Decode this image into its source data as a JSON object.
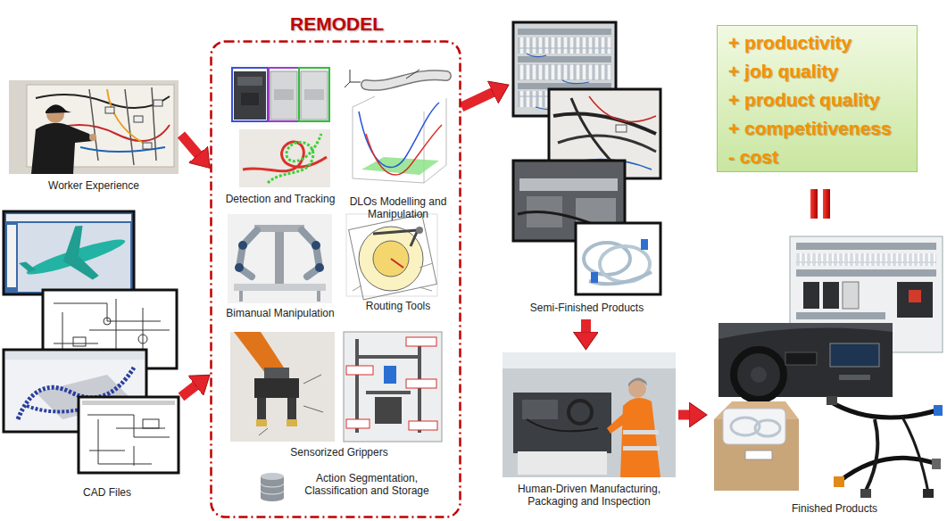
{
  "diagram": {
    "nodes": [
      {
        "text": [
          "Worker Experience"
        ]
      },
      {
        "text": [
          "CAD Files"
        ]
      },
      {
        "text": [
          "REMODEL"
        ]
      },
      {
        "text": [
          "Detection and Tracking"
        ],
        "in": 2
      },
      {
        "text": [
          "DLOs Modelling and Manipulation"
        ],
        "in": 2
      },
      {
        "text": [
          "Bimanual Manipulation"
        ],
        "in": 2
      },
      {
        "text": [
          "Routing Tools"
        ],
        "in": 2
      },
      {
        "text": [
          "Sensorized Grippers"
        ],
        "in": 2
      },
      {
        "text": [
          "Action Segmentation, Classification and Storage"
        ],
        "in": 2
      },
      {
        "text": [
          "Semi-Finished Products"
        ]
      },
      {
        "text": [
          "+ productivity",
          "+ job quality",
          "+ product quality",
          "+ competitiveness",
          "- cost"
        ]
      },
      {
        "text": [
          "Human-Driven Manufacturing, Packaging and Inspection"
        ]
      },
      {
        "text": [
          "Finished Products"
        ]
      }
    ],
    "edges": [
      {
        "from": 0,
        "to": 2,
        "arrow": "to"
      },
      {
        "from": 1,
        "to": 2,
        "arrow": "to"
      },
      {
        "from": 2,
        "to": 9,
        "arrow": "to"
      },
      {
        "from": 9,
        "to": 11,
        "arrow": "to"
      },
      {
        "from": 11,
        "to": 12,
        "arrow": "to"
      }
    ]
  }
}
